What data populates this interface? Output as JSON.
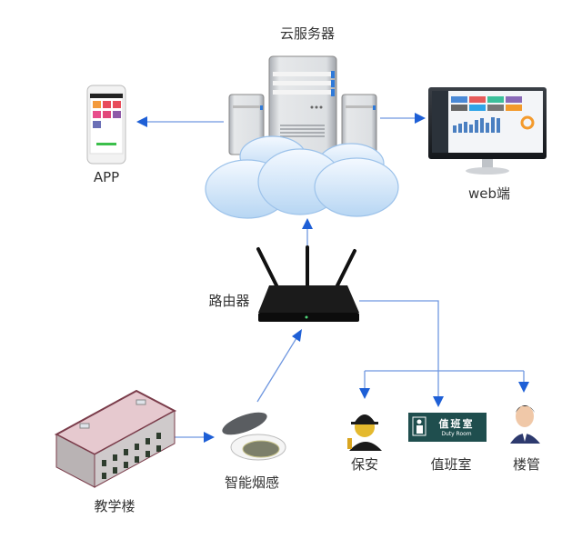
{
  "diagram": {
    "title": "cloud-server-network-topology",
    "colors": {
      "arrow": "#1e5fd6",
      "line": "#6f97e0",
      "sign_bg": "#1f4e4e",
      "label": "#333333"
    },
    "nodes": {
      "cloud_server": {
        "label": "云服务器",
        "icon": "server-cloud-icon"
      },
      "app": {
        "label": "APP",
        "icon": "smartphone-icon"
      },
      "web": {
        "label": "web端",
        "icon": "monitor-dashboard-icon"
      },
      "router": {
        "label": "路由器",
        "icon": "router-icon"
      },
      "building": {
        "label": "教学楼",
        "icon": "building-icon"
      },
      "smoke_detector": {
        "label": "智能烟感",
        "icon": "smoke-detector-icon"
      },
      "security": {
        "label": "保安",
        "icon": "security-guard-icon"
      },
      "duty_room": {
        "label": "值班室",
        "icon": "duty-room-sign-icon",
        "sign_cn": "值班室",
        "sign_en": "Duty  Room"
      },
      "building_manager": {
        "label": "楼管",
        "icon": "manager-person-icon"
      }
    },
    "edges": [
      {
        "from": "cloud_server",
        "to": "app"
      },
      {
        "from": "cloud_server",
        "to": "web"
      },
      {
        "from": "router",
        "to": "cloud_server"
      },
      {
        "from": "smoke_detector",
        "to": "router"
      },
      {
        "from": "building",
        "to": "smoke_detector"
      },
      {
        "from": "router",
        "to": "duty_room"
      },
      {
        "from": "router",
        "to": "security"
      },
      {
        "from": "router",
        "to": "building_manager"
      }
    ]
  }
}
